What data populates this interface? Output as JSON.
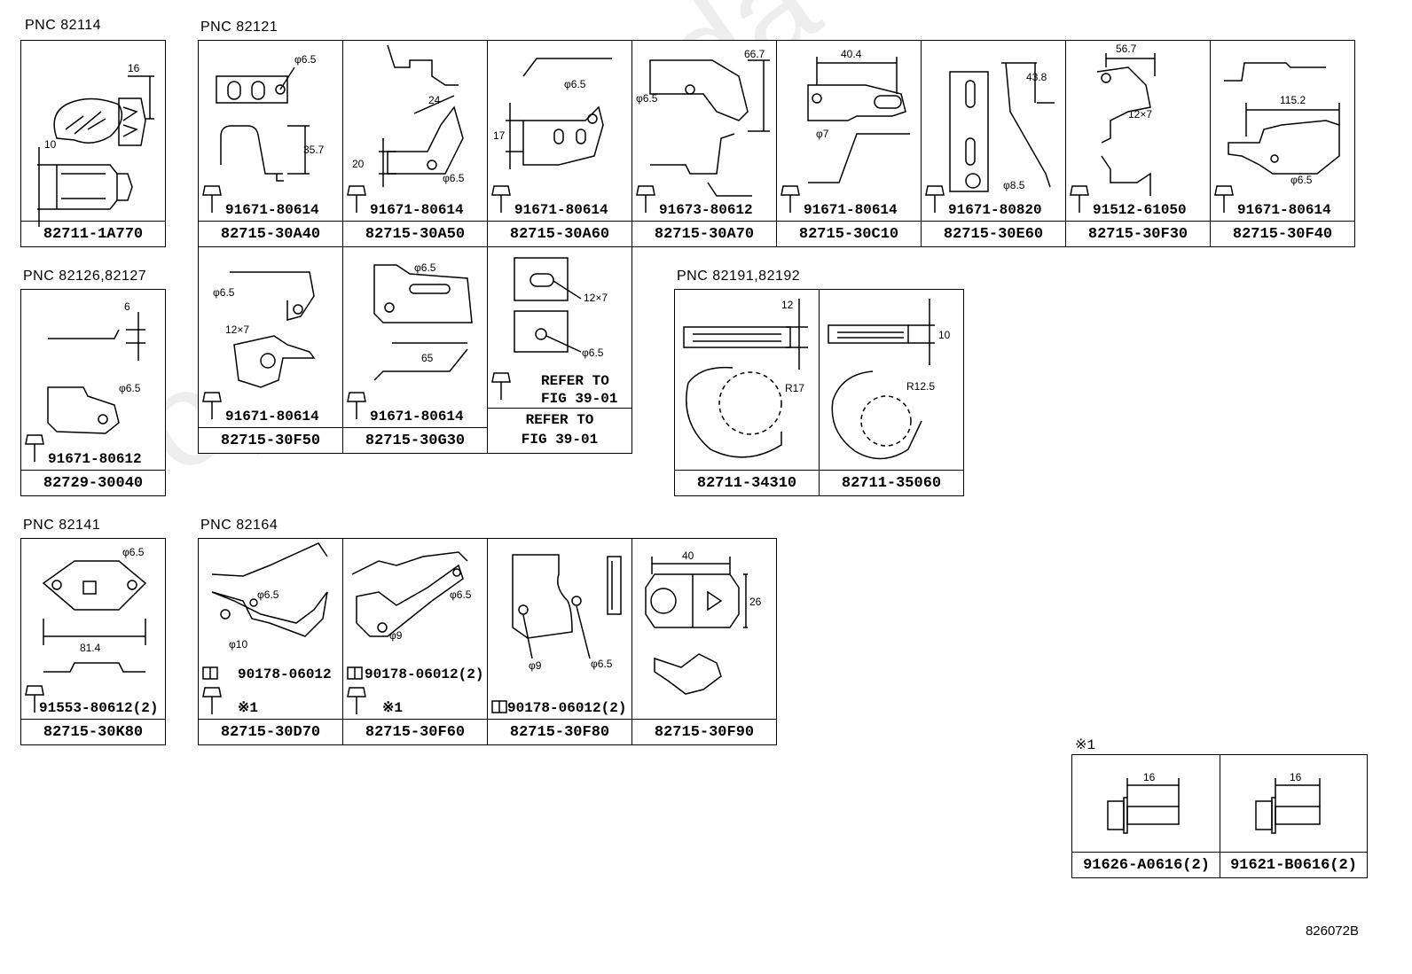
{
  "watermark": "ToyotaCanada",
  "pnc_labels": {
    "pnc_82114": "PNC 82114",
    "pnc_82121": "PNC 82121",
    "pnc_82126": "PNC 82126,82127",
    "pnc_82191": "PNC 82191,82192",
    "pnc_82141": "PNC 82141",
    "pnc_82164": "PNC 82164"
  },
  "note_mark": "※1",
  "diagram_code": "826072B",
  "cells": {
    "c1": {
      "part": "82711-1A770",
      "dims": [
        "16",
        "10"
      ]
    },
    "c2": {
      "part": "82715-30A40",
      "bolt": "91671-80614",
      "dims": [
        "φ6.5",
        "35.7"
      ]
    },
    "c3": {
      "part": "82715-30A50",
      "bolt": "91671-80614",
      "dims": [
        "24",
        "20",
        "φ6.5"
      ]
    },
    "c4": {
      "part": "82715-30A60",
      "bolt": "91671-80614",
      "dims": [
        "φ6.5",
        "17"
      ]
    },
    "c5": {
      "part": "82715-30A70",
      "bolt": "91673-80612",
      "dims": [
        "66.7",
        "φ6.5"
      ]
    },
    "c6": {
      "part": "82715-30C10",
      "bolt": "91671-80614",
      "dims": [
        "40.4",
        "φ7"
      ]
    },
    "c7": {
      "part": "82715-30E60",
      "bolt": "91671-80820",
      "dims": [
        "43.8",
        "φ8.5"
      ]
    },
    "c8": {
      "part": "82715-30F30",
      "bolt": "91512-61050",
      "dims": [
        "56.7",
        "12×7"
      ]
    },
    "c9": {
      "part": "82715-30F40",
      "bolt": "91671-80614",
      "dims": [
        "115.2",
        "φ6.5"
      ]
    },
    "c10": {
      "part": "82729-30040",
      "bolt": "91671-80612",
      "dims": [
        "6",
        "φ6.5"
      ]
    },
    "c11": {
      "part": "82715-30F50",
      "bolt": "91671-80614",
      "dims": [
        "φ6.5",
        "12×7"
      ]
    },
    "c12": {
      "part": "82715-30G30",
      "bolt": "91671-80614",
      "dims": [
        "φ6.5",
        "65"
      ]
    },
    "c13": {
      "refer_bolt_1": "REFER TO",
      "refer_bolt_2": "FIG 39-01",
      "refer_1": "REFER TO",
      "refer_2": "FIG 39-01",
      "dims": [
        "12×7",
        "φ6.5"
      ]
    },
    "c14": {
      "part": "82711-34310",
      "dims": [
        "12",
        "R17"
      ]
    },
    "c15": {
      "part": "82711-35060",
      "dims": [
        "10",
        "R12.5"
      ]
    },
    "c16": {
      "part": "82715-30K80",
      "bolt": "91553-80612(2)",
      "dims": [
        "φ6.5",
        "81.4"
      ]
    },
    "c17": {
      "part": "82715-30D70",
      "bolt": "90178-06012",
      "bolt2": "※1",
      "dims": [
        "φ6.5",
        "φ10"
      ]
    },
    "c18": {
      "part": "82715-30F60",
      "bolt": "90178-06012(2)",
      "bolt2": "※1",
      "dims": [
        "φ6.5",
        "φ9"
      ]
    },
    "c19": {
      "part": "82715-30F80",
      "bolt": "90178-06012(2)",
      "dims": [
        "φ9",
        "φ6.5"
      ]
    },
    "c20": {
      "part": "82715-30F90",
      "dims": [
        "40",
        "26"
      ]
    },
    "c21": {
      "part": "91626-A0616(2)",
      "dims": [
        "16"
      ]
    },
    "c22": {
      "part": "91621-B0616(2)",
      "dims": [
        "16"
      ]
    }
  }
}
